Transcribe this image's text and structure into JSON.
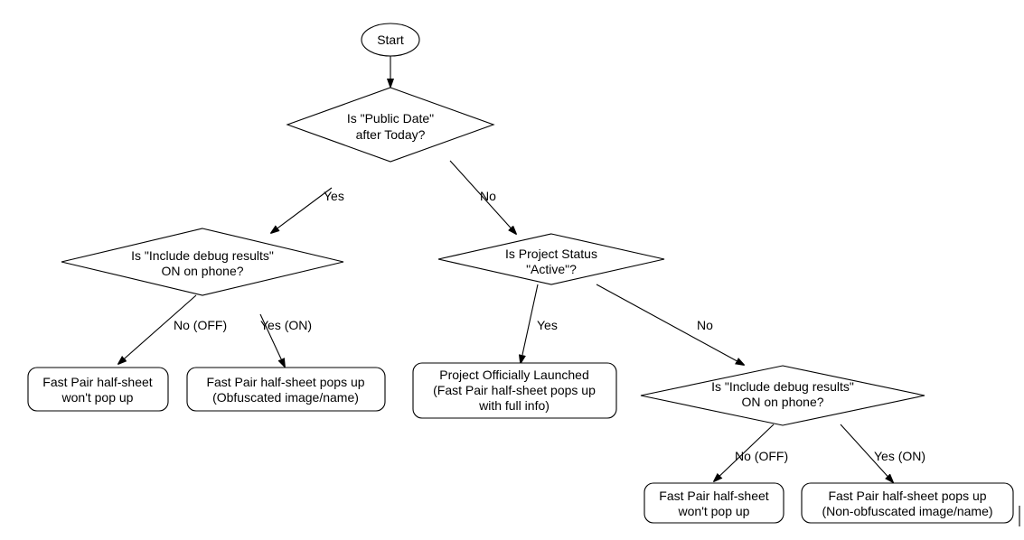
{
  "nodes": {
    "start": {
      "lines": [
        "Start"
      ]
    },
    "public_date": {
      "lines": [
        "Is \"Public Date\"",
        "after Today?"
      ]
    },
    "debug_left": {
      "lines": [
        "Is \"Include debug results\"",
        "ON on phone?"
      ]
    },
    "project_status": {
      "lines": [
        "Is Project Status",
        "\"Active\"?"
      ]
    },
    "result_ll": {
      "lines": [
        "Fast Pair half-sheet",
        "won't pop up"
      ]
    },
    "result_lr": {
      "lines": [
        "Fast Pair half-sheet pops up",
        "(Obfuscated image/name)"
      ]
    },
    "result_launched": {
      "lines": [
        "Project Officially Launched",
        "(Fast Pair half-sheet pops up",
        "with full info)"
      ]
    },
    "debug_right": {
      "lines": [
        "Is \"Include debug results\"",
        "ON on phone?"
      ]
    },
    "result_rl": {
      "lines": [
        "Fast Pair half-sheet",
        "won't pop up"
      ]
    },
    "result_rr": {
      "lines": [
        "Fast Pair half-sheet pops up",
        "(Non-obfuscated image/name)"
      ]
    }
  },
  "edges": {
    "public_yes": "Yes",
    "public_no": "No",
    "debug_left_no": "No (OFF)",
    "debug_left_yes": "Yes (ON)",
    "status_yes": "Yes",
    "status_no": "No",
    "debug_right_no": "No (OFF)",
    "debug_right_yes": "Yes (ON)"
  }
}
